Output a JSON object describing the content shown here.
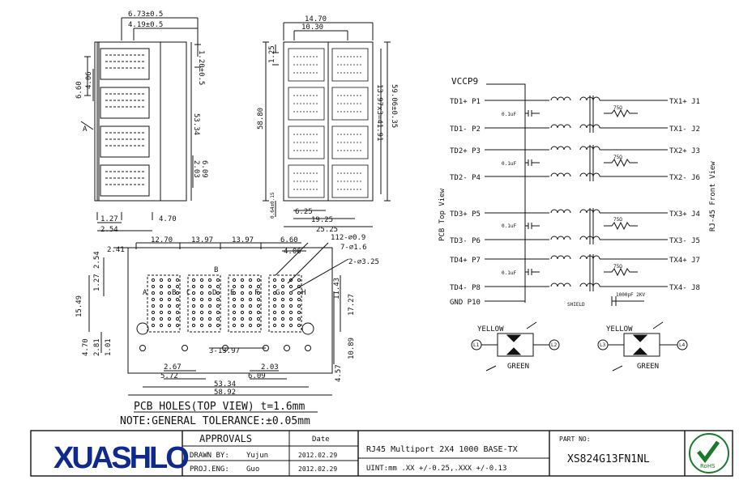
{
  "side_view": {
    "dims": [
      "6.73±0.5",
      "4.19±0.5",
      "1.20±0.5",
      "4.06",
      "6.60",
      "53.34",
      "6.09",
      "2.03",
      "1.27",
      "4.70",
      "2.54",
      "A"
    ]
  },
  "front_view": {
    "dims": [
      "14.70",
      "10.30",
      "1.25",
      "58.80",
      "59.06±0.35",
      "13.97x3=41.91",
      "6.25",
      "19.25",
      "25.25",
      "0.64±0.15"
    ]
  },
  "pcb_layout": {
    "dims_top": [
      "2.41",
      "12.70",
      "13.97",
      "13.97",
      "6.60",
      "4.06",
      "112-⌀0.9",
      "7-⌀1.6",
      "2-⌀3.25"
    ],
    "dims_left": [
      "2.54",
      "1.27",
      "15.49",
      "4.70",
      "2.81",
      "1.01"
    ],
    "dims_right": [
      "11.43",
      "17.27",
      "10.89",
      "4.57"
    ],
    "dims_bottom": [
      "3-13.97",
      "2.67",
      "5.72",
      "2.03",
      "6.09",
      "53.34",
      "58.92"
    ],
    "port_labels": [
      "A",
      "B",
      "C",
      "D",
      "E",
      "F",
      "G",
      "H"
    ],
    "b_marker": "B",
    "caption": "PCB HOLES(TOP VIEW) t=1.6mm",
    "note": "NOTE:GENERAL TOLERANCE:±0.05mm"
  },
  "schematic": {
    "vccp": "VCCP9",
    "left_pins": [
      "TD1+ P1",
      "TD1- P2",
      "TD2+ P3",
      "TD2- P4",
      "TD3+ P5",
      "TD3- P6",
      "TD4+ P7",
      "TD4- P8",
      "GND P10"
    ],
    "right_pins": [
      "TX1+ J1",
      "TX1- J2",
      "TX2+ J3",
      "TX2- J6",
      "TX3+ J4",
      "TX3- J5",
      "TX4+ J7",
      "TX4- J8"
    ],
    "cap_label": "0.1uF",
    "res_label": "75Ω",
    "hv_cap_label": "1000pF 2KV",
    "shield_label": "SHIELD",
    "pcb_top_view": "PCB Top View",
    "rj45_front_view": "RJ-45 Front View"
  },
  "leds": [
    {
      "top": "YELLOW",
      "bottom": "GREEN",
      "left": "L1",
      "right": "L2"
    },
    {
      "top": "YELLOW",
      "bottom": "GREEN",
      "left": "L3",
      "right": "L4"
    }
  ],
  "title_block": {
    "approvals": "APPROVALS",
    "date_header": "Date",
    "drawn_by_label": "DRAWN BY:",
    "drawn_by": "Yujun",
    "drawn_date": "2012.02.29",
    "proj_eng_label": "PROJ.ENG:",
    "proj_eng": "Guo",
    "proj_date": "2012.02.29",
    "description": "RJ45 Multiport 2X4 1000 BASE-TX",
    "units": "UINT:mm .XX +/-0.25,.XXX +/-0.13",
    "part_no_label": "PART NO:",
    "part_no": "XS824G13FN1NL",
    "rohs": "RoHS",
    "logo": "XUASHLO"
  }
}
